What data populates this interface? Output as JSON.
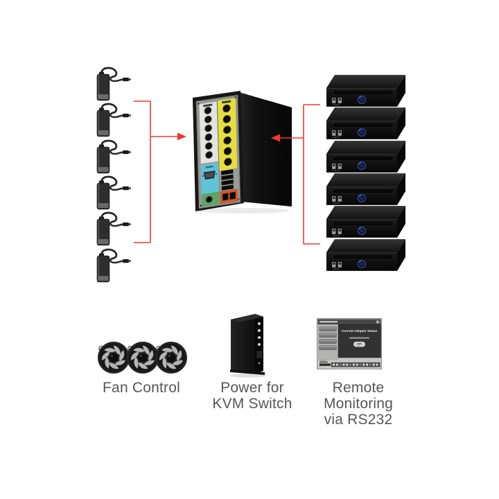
{
  "page": {
    "type": "product-feature-diagram",
    "background": "#ffffff"
  },
  "counts": {
    "power_adapters": 6,
    "computers": 6,
    "fans": 3,
    "kvm_ports_per_column": 6
  },
  "colors": {
    "arrow": "#ee3b2b",
    "caption_text": "#55565a",
    "kvm_left_column": "#e4e4df",
    "kvm_right_column": "#e7df39",
    "kvm_serial_section": "#5fc3da",
    "kvm_power_inlet_section": "#5fa463",
    "kvm_terminal_section": "#cd5b2b",
    "computer_power_button": "#2a3f8f"
  },
  "captions": {
    "fan": {
      "line1": "Fan Control"
    },
    "power": {
      "line1": "Power for",
      "line2": "KVM Switch"
    },
    "remote": {
      "line1": "Remote",
      "line2": "Monitoring",
      "line3": "via RS232"
    }
  },
  "remote_screen": {
    "heading": "Current Adapter Status"
  }
}
